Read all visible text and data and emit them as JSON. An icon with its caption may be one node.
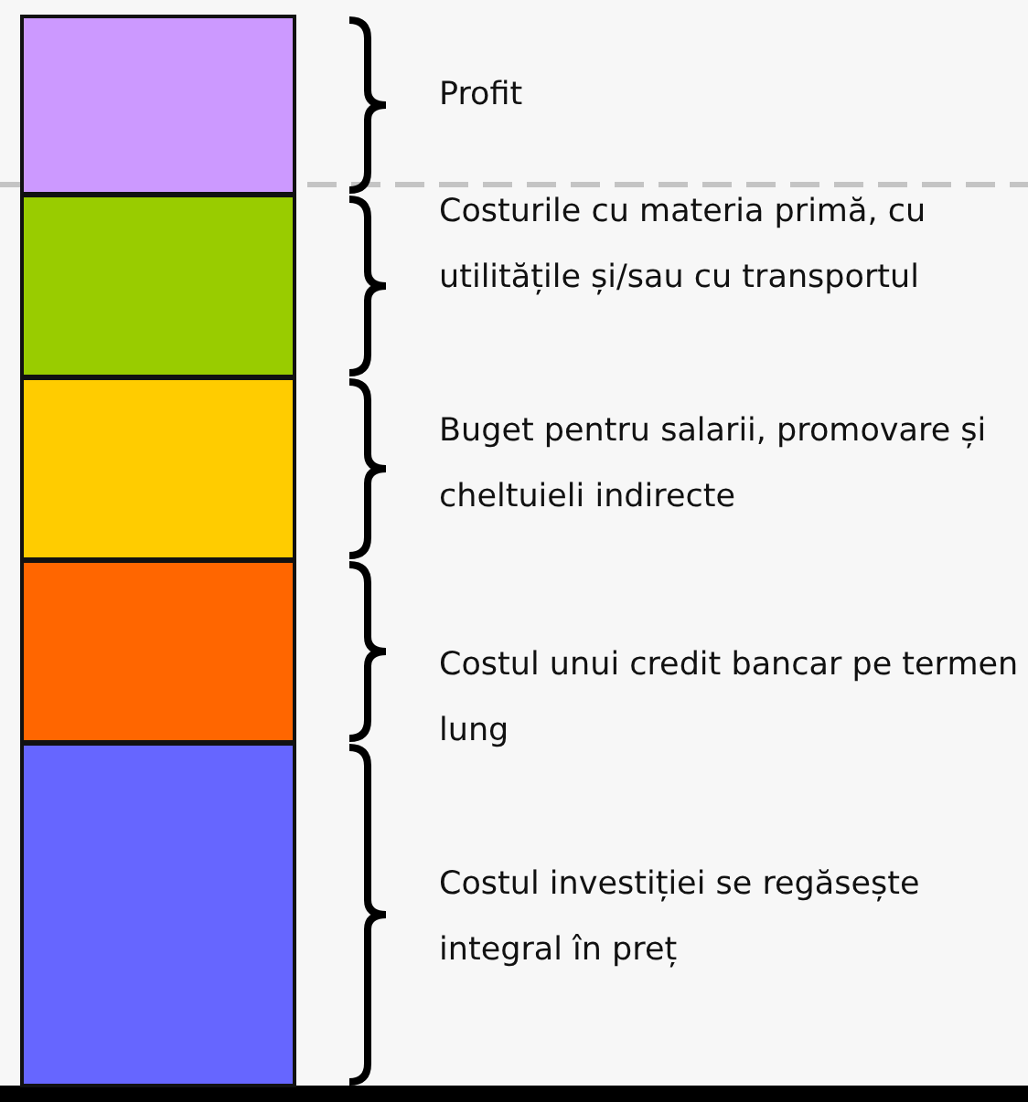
{
  "diagram": {
    "nodes": [
      {
        "text": [],
        "shape": "box"
      },
      {
        "text": [],
        "shape": "box"
      },
      {
        "text": [],
        "shape": "box"
      },
      {
        "text": [],
        "shape": "box"
      },
      {
        "text": [],
        "shape": "box"
      }
    ],
    "labels": [
      "Profit",
      "Costurile cu materia primă, cu utilitățile și/sau cu transportul",
      "Buget pentru salarii, promovare și cheltuieli indirecte",
      "Costul unui credit bancar pe termen lung",
      "Costul investiției se regăsește integral în preț"
    ]
  }
}
